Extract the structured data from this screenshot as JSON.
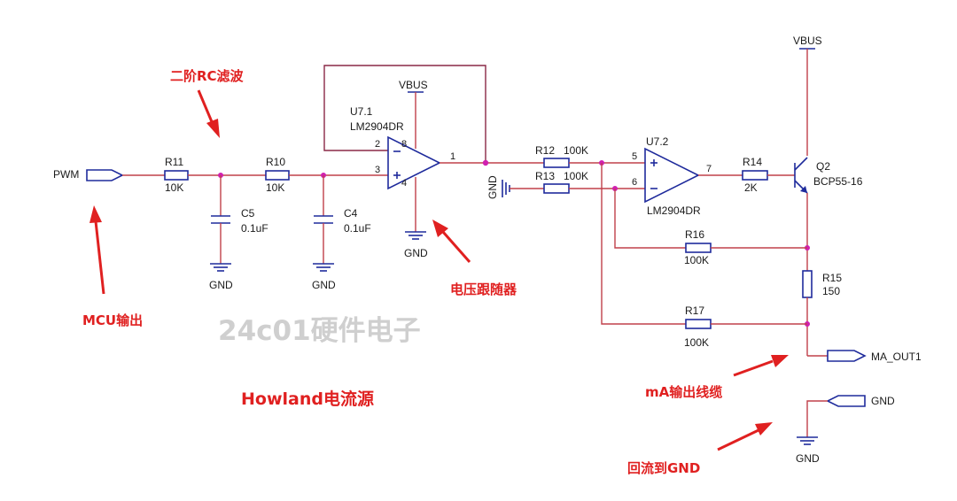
{
  "watermark": "24c01硬件电子",
  "annotations": {
    "rc_filter": "二阶RC滤波",
    "mcu_out": "MCU输出",
    "follower": "电压跟随器",
    "howland": "Howland电流源",
    "ma_cable": "mA输出线缆",
    "return_gnd": "回流到GND"
  },
  "nets": {
    "pwm": "PWM",
    "vbus": "VBUS",
    "gnd": "GND",
    "ma_out": "MA_OUT1"
  },
  "components": {
    "r11": {
      "ref": "R11",
      "value": "10K"
    },
    "r10": {
      "ref": "R10",
      "value": "10K"
    },
    "c5": {
      "ref": "C5",
      "value": "0.1uF"
    },
    "c4": {
      "ref": "C4",
      "value": "0.1uF"
    },
    "u71": {
      "ref": "U7.1",
      "part": "LM2904DR",
      "pin_inv": "2",
      "pin_noninv": "3",
      "pin_out": "1",
      "pin_vcc": "8",
      "pin_gnd": "4"
    },
    "r12": {
      "ref": "R12",
      "value": "100K"
    },
    "r13": {
      "ref": "R13",
      "value": "100K"
    },
    "u72": {
      "ref": "U7.2",
      "part": "LM2904DR",
      "pin_noninv": "5",
      "pin_inv": "6",
      "pin_out": "7"
    },
    "r14": {
      "ref": "R14",
      "value": "2K"
    },
    "q2": {
      "ref": "Q2",
      "part": "BCP55-16"
    },
    "r16": {
      "ref": "R16",
      "value": "100K"
    },
    "r15": {
      "ref": "R15",
      "value": "150"
    },
    "r17": {
      "ref": "R17",
      "value": "100K"
    }
  }
}
